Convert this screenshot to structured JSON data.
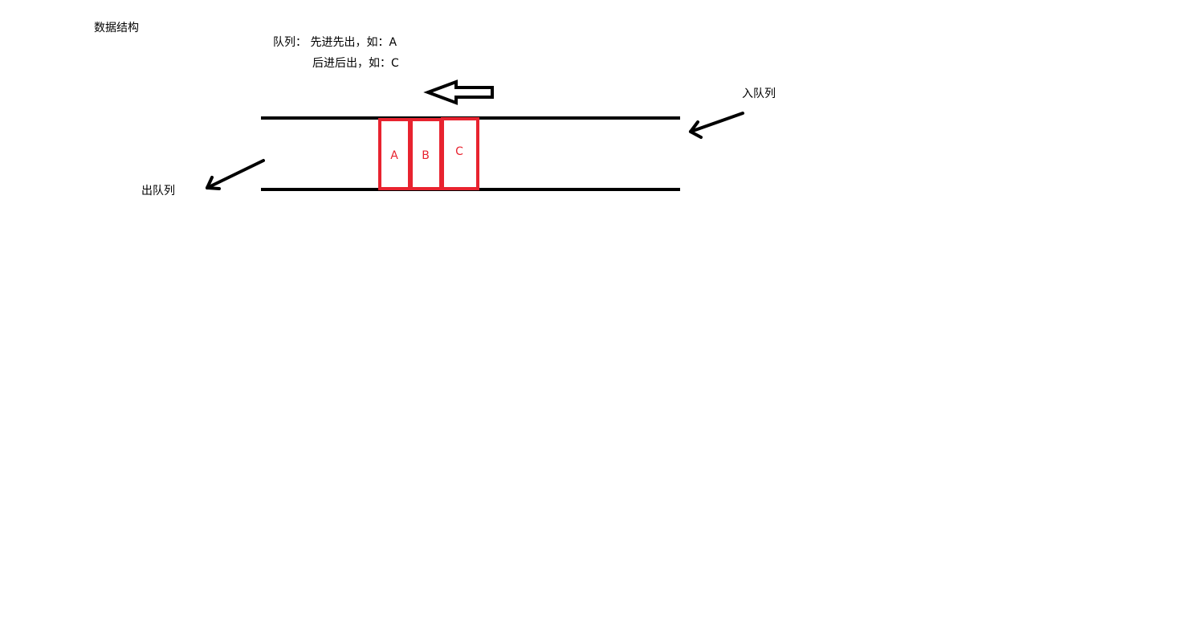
{
  "title": "数据结构",
  "definition": {
    "line1": "队列： 先进先出，如：A",
    "line2": "后进后出，如：C"
  },
  "labels": {
    "enqueue": "入队列",
    "dequeue": "出队列"
  },
  "queue": {
    "items": [
      "A",
      "B",
      "C"
    ],
    "item_color": "#e8232f",
    "pipe_color": "#000000"
  }
}
